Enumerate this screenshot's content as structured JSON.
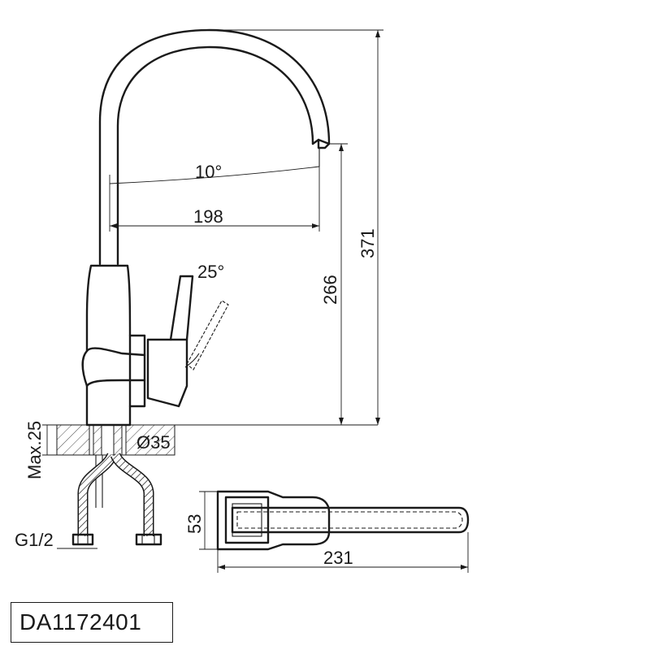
{
  "dimensions": {
    "spout_angle": "10°",
    "spout_reach": "198",
    "total_height": "371",
    "spout_height": "266",
    "handle_angle": "25°",
    "max_thickness": "Max.25",
    "hole_diameter": "Ø35",
    "inlet_thread": "G1/2",
    "handle_width": "53",
    "handle_length": "231"
  },
  "model_code": "DA1172401"
}
